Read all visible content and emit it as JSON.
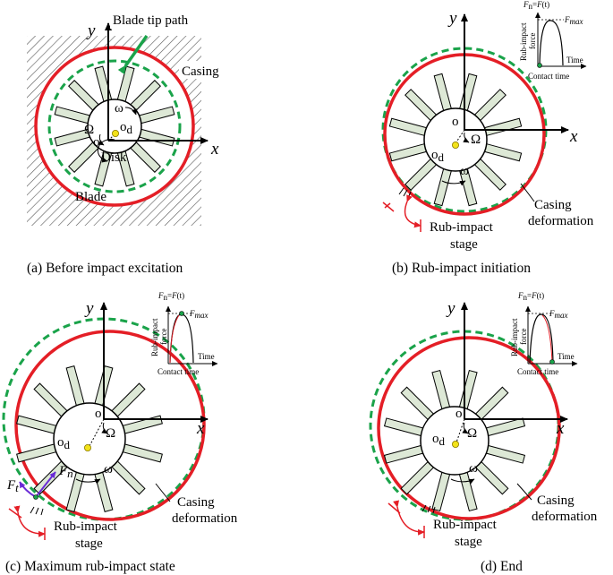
{
  "colors": {
    "casing": "#e41e26",
    "tip_path": "#1aa34a",
    "blade_fill": "#dde8d6",
    "center_dot": "#f2e21a",
    "force_arrow": "#6a2bd6",
    "hatch": "#555555"
  },
  "labels": {
    "axis_x": "x",
    "axis_y": "y",
    "origin": "o",
    "disk_center": "o",
    "disk_center_sub": "d",
    "spin": "Ω",
    "whirl": "ω",
    "disk": "Disk",
    "blade": "Blade",
    "casing": "Casing",
    "blade_tip_path": "Blade tip path",
    "casing_def_1": "Casing",
    "casing_def_2": "deformation",
    "stage_1": "Rub-impact",
    "stage_2": "stage",
    "force_n": "F",
    "force_n_sub": "n",
    "force_t": "F",
    "force_t_sub": "t"
  },
  "inset": {
    "formula": "Fn=F(t)",
    "fmax": "Fmax",
    "ylabel_1": "Rub-impact",
    "ylabel_2": "force",
    "xlabel": "Time",
    "contact": "Contact time"
  },
  "panels": [
    {
      "caption": "(a) Before impact excitation"
    },
    {
      "caption": "(b) Rub-impact initiation"
    },
    {
      "caption": "(c) Maximum rub-impact state"
    },
    {
      "caption": "(d) End"
    }
  ]
}
